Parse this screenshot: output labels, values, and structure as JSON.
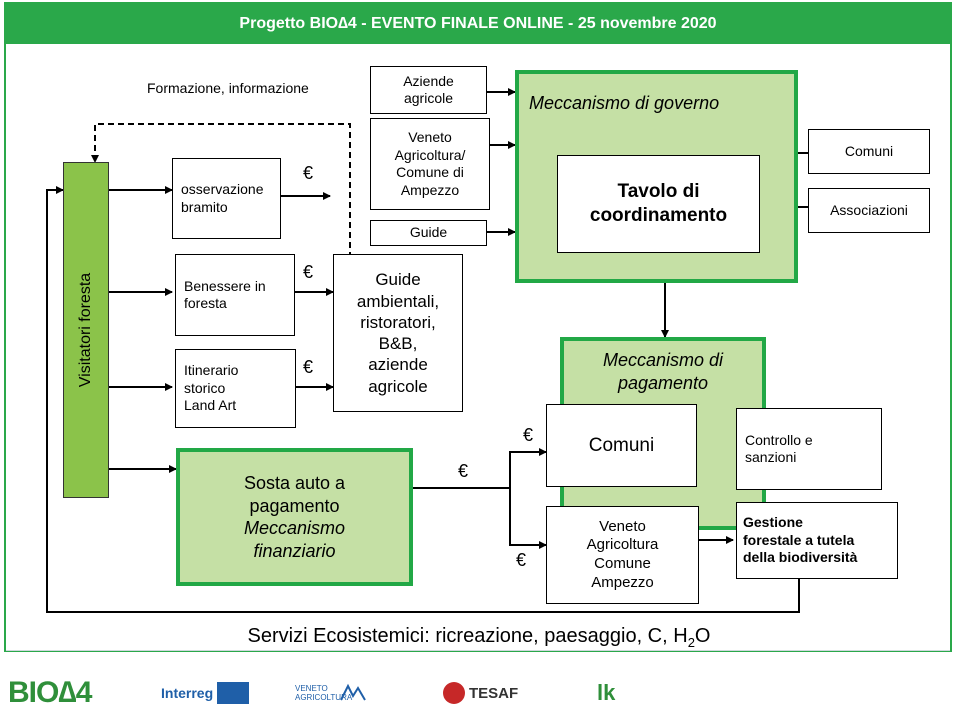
{
  "header": {
    "title": "Progetto BIO∆4  - EVENTO FINALE ONLINE  - 25 novembre 2020"
  },
  "labels": {
    "formazione": "Formazione, informazione",
    "euro": "€"
  },
  "sources": {
    "aziende": [
      "Aziende",
      "agricole"
    ],
    "veneto": [
      "Veneto",
      "Agricoltura/",
      "Comune di",
      "Ampezzo"
    ],
    "guide": "Guide"
  },
  "governo": {
    "title": "Meccanismo di governo",
    "tavolo": [
      "Tavolo di",
      "coordinamento"
    ]
  },
  "right": {
    "comuni": "Comuni",
    "associazioni": "Associazioni"
  },
  "visitatori": "Visitatori foresta",
  "services": {
    "bramito": [
      "osservazione",
      "bramito"
    ],
    "benessere": [
      "Benessere in",
      "foresta"
    ],
    "itinerario": [
      "Itinerario",
      "storico",
      "Land Art"
    ]
  },
  "operators": [
    "Guide",
    "ambientali,",
    "ristoratori,",
    "B&B,",
    "aziende",
    "agricole"
  ],
  "sosta": {
    "l1": "Sosta auto a",
    "l2": "pagamento",
    "l3": "Meccanismo",
    "l4": "finanziario"
  },
  "pagamento": {
    "title": [
      "Meccanismo di",
      "pagamento"
    ],
    "comuni": "Comuni",
    "veneto": [
      "Veneto",
      "Agricoltura",
      "Comune",
      "Ampezzo"
    ]
  },
  "outcomes": {
    "controllo": [
      "Controllo e",
      "sanzioni"
    ],
    "gestione": [
      "Gestione",
      "forestale a tutela",
      "della biodiversità"
    ]
  },
  "services_footer": {
    "text": "Servizi Ecosistemici: ricreazione, paesaggio, C, H",
    "sub": "2",
    "tail": "O"
  },
  "logos": {
    "bio": "BIO∆4",
    "interreg": "Interreg",
    "veneto": "VENETO AGRICOLTURA",
    "tesaf": "TESAF",
    "lk": "lk"
  },
  "colors": {
    "green": "#2aa84a",
    "light_green": "#c5e0a5",
    "dark_green": "#8bc34a"
  }
}
